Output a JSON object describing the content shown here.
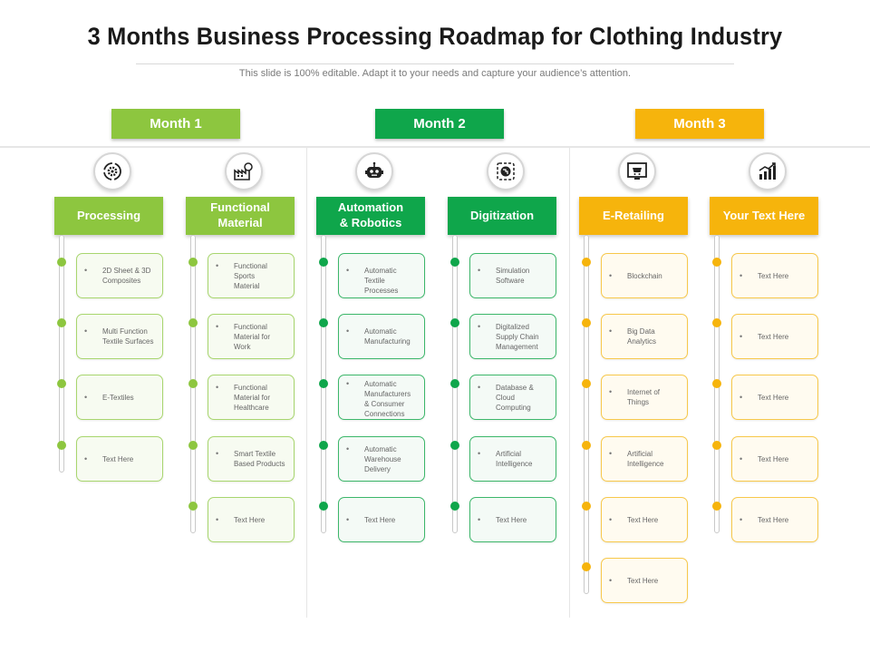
{
  "title": "3 Months Business Processing Roadmap for Clothing Industry",
  "subtitle": "This slide is 100% editable. Adapt it to your needs and capture your audience’s attention.",
  "colors": {
    "month1": "#8dc63f",
    "month2": "#0fa64b",
    "month3": "#f6b40c",
    "light_green_card_bg": "#f6fbef",
    "green_card_bg": "#f3faf5",
    "orange_card_bg": "#fffaef"
  },
  "months": [
    {
      "label": "Month 1",
      "color": "#8dc63f"
    },
    {
      "label": "Month 2",
      "color": "#0fa64b"
    },
    {
      "label": "Month 3",
      "color": "#f6b40c"
    }
  ],
  "columns": [
    {
      "header": "Processing",
      "icon": "gear-cycle-icon",
      "color": "#8dc63f",
      "card_border": "#a8d66e",
      "card_bg": "#f7fbf1",
      "items": [
        "2D Sheet & 3D\nComposites",
        "Multi Function\nTextile Surfaces",
        "E-Textiles",
        "Text Here"
      ]
    },
    {
      "header": "Functional\nMaterial",
      "icon": "factory-gear-icon",
      "color": "#8dc63f",
      "card_border": "#a8d66e",
      "card_bg": "#f7fbf1",
      "items": [
        "Functional\nSports\nMaterial",
        "Functional\nMaterial for\nWork",
        "Functional\nMaterial for\nHealthcare",
        "Smart Textile\nBased Products",
        "Text Here"
      ]
    },
    {
      "header": "Automation\n& Robotics",
      "icon": "robot-icon",
      "color": "#0fa64b",
      "card_border": "#3cb76a",
      "card_bg": "#f4faf6",
      "items": [
        "Automatic Textile\nProcesses",
        "Automatic\nManufacturing",
        "Automatic\nManufacturers\n& Consumer\nConnections",
        "Automatic\nWarehouse\nDelivery",
        "Text Here"
      ]
    },
    {
      "header": "Digitization",
      "icon": "digital-globe-icon",
      "color": "#0fa64b",
      "card_border": "#3cb76a",
      "card_bg": "#f4faf6",
      "items": [
        "Simulation\nSoftware",
        "Digitalized\nSupply Chain\nManagement",
        "Database &\nCloud\nComputing",
        "Artificial\nIntelligence",
        "Text Here"
      ]
    },
    {
      "header": "E-Retailing",
      "icon": "shopping-cart-screen-icon",
      "color": "#f6b40c",
      "card_border": "#f7c84a",
      "card_bg": "#fffbf0",
      "items": [
        "Blockchain",
        "Big Data\nAnalytics",
        "Internet of\nThings",
        "Artificial\nIntelligence",
        "Text Here",
        "Text Here"
      ]
    },
    {
      "header": "Your Text Here",
      "icon": "bar-chart-growth-icon",
      "color": "#f6b40c",
      "card_border": "#f7c84a",
      "card_bg": "#fffbf0",
      "items": [
        "Text Here",
        "Text Here",
        "Text Here",
        "Text Here",
        "Text Here"
      ]
    }
  ]
}
